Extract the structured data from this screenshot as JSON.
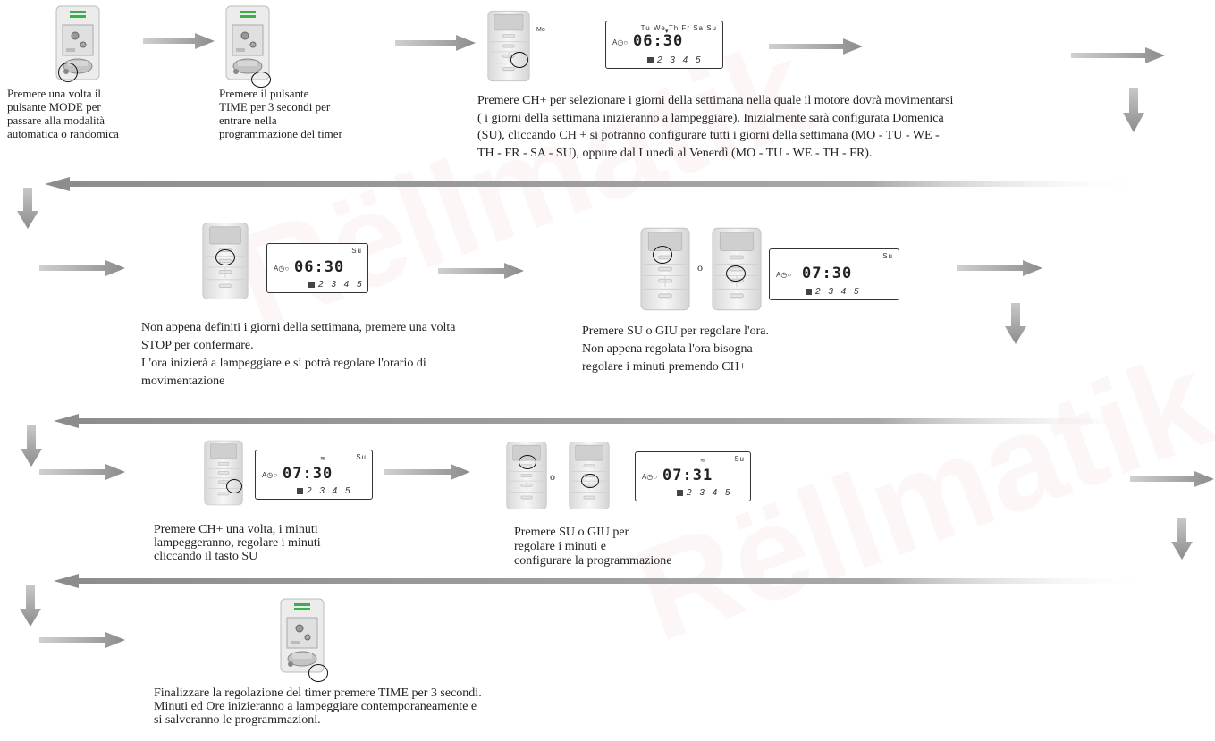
{
  "brand_watermark": "Rëllmatik",
  "colors": {
    "arrow": "#8c8c8c",
    "text": "#222222",
    "watermark": "#c81e28"
  },
  "step1": {
    "caption": "Premere una volta il\npulsante MODE per\npassare alla modalità\nautomatica o randomica"
  },
  "step2": {
    "caption": "Premere il pulsante\nTIME per 3 secondi per\nentrare nella\nprogrammazione del timer"
  },
  "step3": {
    "caption": "Premere CH+ per selezionare i giorni della settimana nella quale il motore dovrà movimentarsi\n( i giorni della settimana inizieranno a lampeggiare). Inizialmente sarà configurata Domenica\n(SU), cliccando CH + si potranno configurare tutti i giorni della settimana (MO - TU - WE -\nTH - FR - SA - SU), oppure dal Lunedì al Venerdì (MO - TU - WE - TH - FR).",
    "mo_label": "Mo",
    "display": {
      "days": "Tu We Th Fr Sa Su",
      "time": "06:30",
      "weekdays": "2 3 4 5"
    }
  },
  "step4": {
    "caption": "Non appena definiti i giorni della settimana, premere una volta\nSTOP per confermare.\nL'ora inizierà a lampeggiare e si potrà regolare l'orario di\nmovimentazione",
    "display": {
      "days": "Su",
      "time": "06:30",
      "weekdays": "2 3 4 5"
    }
  },
  "step5": {
    "caption": "Premere SU o GIU per regolare l'ora.\nNon appena regolata l'ora bisogna\nregolare i minuti premendo CH+",
    "or_label": "o",
    "display": {
      "days": "Su",
      "time": "07:30",
      "weekdays": "2 3 4 5"
    }
  },
  "step6": {
    "caption": "Premere CH+ una volta,  i minuti\nlampeggeranno, regolare  i minuti\ncliccando il tasto SU",
    "display": {
      "days": "Su",
      "time": "07:30",
      "weekdays": "2 3 4 5"
    }
  },
  "step7": {
    "caption": "Premere SU o GIU per\nregolare i minuti e\nconfigurare la programmazione",
    "or_label": "o",
    "display": {
      "days": "Su",
      "time": "07:31",
      "weekdays": "2 3 4 5"
    }
  },
  "step8": {
    "caption": "Finalizzare la regolazione del timer premere TIME per 3 secondi.\nMinuti ed Ore inizieranno a lampeggiare contemporaneamente e\nsi salveranno le programmazioni."
  }
}
